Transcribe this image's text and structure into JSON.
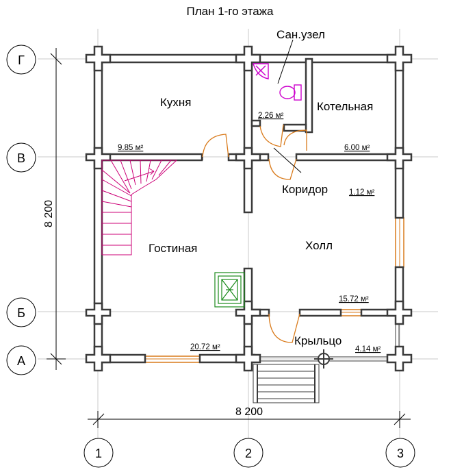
{
  "title": "План 1-го этажа",
  "dimensions": {
    "vertical": "8 200",
    "horizontal": "8 200"
  },
  "axes": {
    "rows": [
      "Г",
      "В",
      "Б",
      "А"
    ],
    "columns": [
      "1",
      "2",
      "3"
    ]
  },
  "rooms": {
    "sanuzel": "Сан.узел",
    "kuhnya": "Кухня",
    "kotelnaya": "Котельная",
    "koridor": "Коридор",
    "gostinaya": "Гостиная",
    "holl": "Холл",
    "krylco": "Крыльцо"
  },
  "areas": {
    "sanuzel": "2.26 м²",
    "kuhnya": "9.85 м²",
    "kotelnaya": "6.00 м²",
    "koridor": "1.12 м²",
    "holl": "15.72 м²",
    "gostinaya": "20.72 м²",
    "krylco": "4.14 м²"
  },
  "colors": {
    "wall": "#3a3a3a",
    "window": "#d97a1a",
    "stairs": "#cc0077",
    "stove": "#1a8a1a",
    "plumbing": "#cc00cc",
    "axis": "#c8c8c8"
  }
}
